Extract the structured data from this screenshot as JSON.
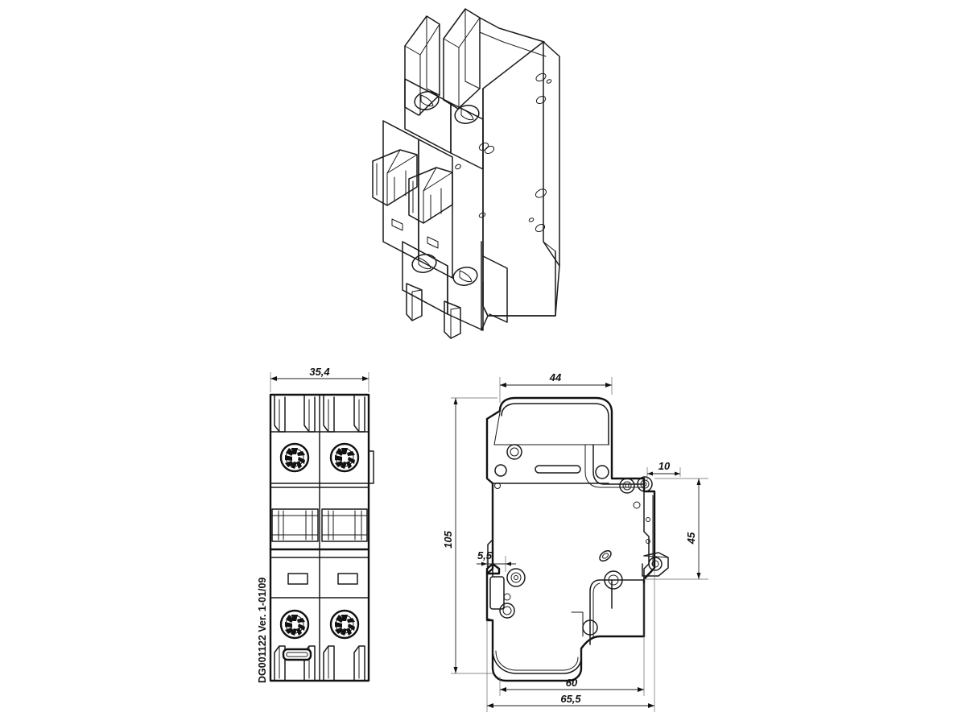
{
  "document": {
    "type": "technical-dimension-drawing",
    "subject": "2-pole miniature circuit breaker",
    "background_color": "#ffffff",
    "line_color": "#1a1a1a",
    "text_color": "#111111"
  },
  "revision": {
    "label": "DG001122 Ver. 1-01/09",
    "orientation": "vertical-bottom-up"
  },
  "views": [
    {
      "id": "isometric",
      "name": "isometric-perspective-view",
      "title": "",
      "poles": 2
    },
    {
      "id": "front",
      "name": "front-elevation-view",
      "title": "",
      "poles": 2
    },
    {
      "id": "side",
      "name": "side-elevation-view",
      "title": "",
      "poles": 1
    }
  ],
  "dimensions": {
    "front": [
      {
        "id": "width-overall",
        "value": "35,4",
        "unit": "mm",
        "orientation": "horizontal",
        "view": "front"
      }
    ],
    "side": [
      {
        "id": "body-depth",
        "value": "44",
        "unit": "mm",
        "orientation": "horizontal",
        "view": "side"
      },
      {
        "id": "terminal-offset",
        "value": "10",
        "unit": "mm",
        "orientation": "horizontal",
        "view": "side"
      },
      {
        "id": "overall-height",
        "value": "105",
        "unit": "mm",
        "orientation": "vertical",
        "view": "side"
      },
      {
        "id": "rail-height",
        "value": "45",
        "unit": "mm",
        "orientation": "vertical",
        "view": "side"
      },
      {
        "id": "clip-offset",
        "value": "5,5",
        "unit": "mm",
        "orientation": "horizontal",
        "view": "side"
      },
      {
        "id": "base-depth",
        "value": "60",
        "unit": "mm",
        "orientation": "horizontal",
        "view": "side"
      },
      {
        "id": "total-depth",
        "value": "65,5",
        "unit": "mm",
        "orientation": "horizontal",
        "view": "side"
      }
    ]
  },
  "dim_labels": {
    "w354": "35,4",
    "d44": "44",
    "d10": "10",
    "h105": "105",
    "h45": "45",
    "d55": "5,5",
    "d60": "60",
    "d655": "65,5"
  }
}
